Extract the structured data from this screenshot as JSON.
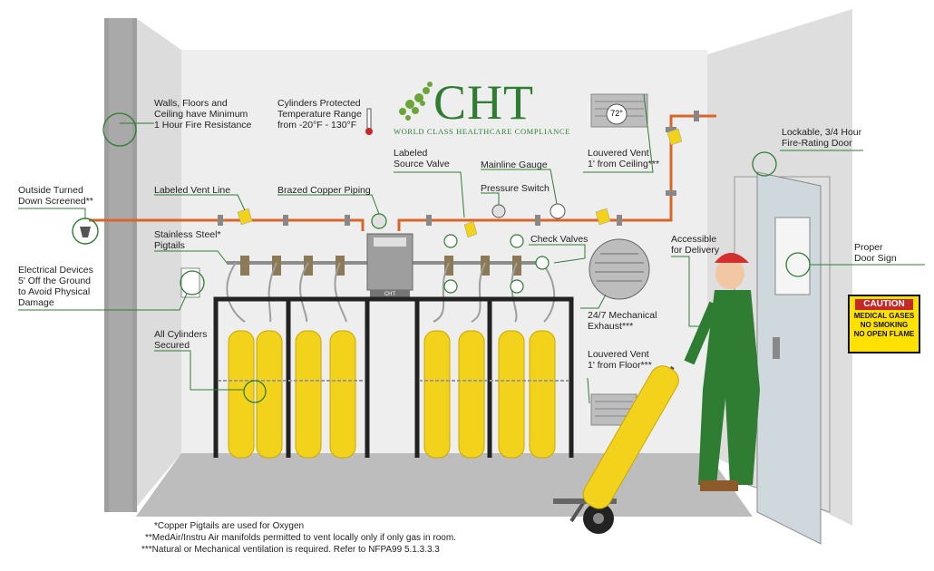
{
  "brand": {
    "name": "CHT",
    "tagline": "World class healthcare compliance"
  },
  "callouts": {
    "walls": "Walls, Floors and\nCeiling have Minimum\n1 Hour Fire Resistance",
    "temperature": "Cylinders Protected\nTemperature Range\nfrom -20°F - 130°F",
    "outside_vent": "Outside Turned\nDown Screened**",
    "labeled_vent_line": "Labeled Vent Line",
    "brazed_copper": "Brazed Copper Piping",
    "labeled_source_valve": "Labeled\nSource Valve",
    "mainline_gauge": "Mainline Gauge",
    "pressure_switch": "Pressure Switch",
    "stainless_pigtails": "Stainless Steel*\nPigtails",
    "check_valves": "Check Valves",
    "electrical": "Electrical Devices\n5' Off the Ground\nto Avoid Physical\nDamage",
    "louvered_ceiling": "Louvered Vent\n1' from Ceiling***",
    "mechanical_exhaust": "24/7 Mechanical\nExhaust***",
    "accessible_delivery": "Accessible\nfor Delivery",
    "lockable_door": "Lockable, 3/4 Hour\nFire-Rating Door",
    "proper_sign": "Proper\nDoor Sign",
    "cylinders_secured": "All Cylinders\nSecured",
    "louvered_floor": "Louvered Vent\n1' from Floor***"
  },
  "thermostat_reading": "72°",
  "manifold_label": "CHT",
  "caution_sign": {
    "header": "CAUTION",
    "line1": "MEDICAL GASES",
    "line2": "NO SMOKING",
    "line3": "NO OPEN FLAME"
  },
  "footnotes": [
    "*Copper Pigtails are used for Oxygen",
    "**MedAir/Instru Air manifolds permitted to vent locally only if only gas in room.",
    "***Natural or Mechanical ventilation is required. Refer to NFPA99 5.1.3.3.3"
  ],
  "colors": {
    "brand_green": "#2e7d32",
    "copper_pipe": "#d9652b",
    "cylinder_yellow": "#f2d21b",
    "wall_grey": "#ededed",
    "sign_yellow": "#ffe100",
    "sign_red": "#c62828"
  }
}
